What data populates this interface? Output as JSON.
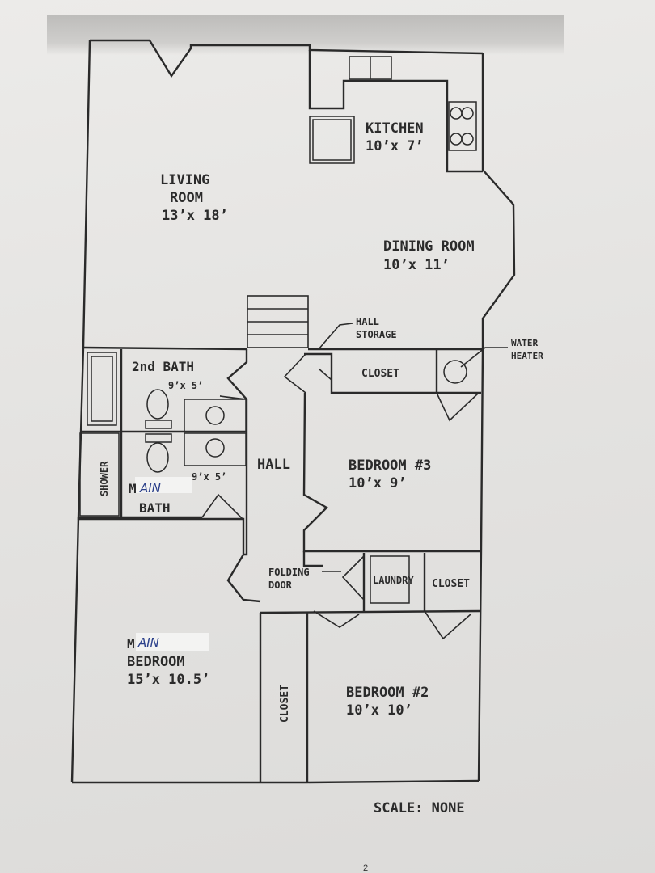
{
  "rooms": {
    "living": {
      "line1": "LIVING",
      "line2": "ROOM",
      "size": "13’x 18’"
    },
    "kitchen": {
      "name": "KITCHEN",
      "size": "10’x 7’"
    },
    "dining": {
      "name": "DINING ROOM",
      "size": "10’x 11’"
    },
    "bath2": {
      "name": "2nd BATH",
      "size": "9’x 5’"
    },
    "main_bath": {
      "prefix": "M",
      "handwritten": "AIN",
      "line2": "BATH",
      "size": "9’x 5’"
    },
    "shower": {
      "name": "SHOWER"
    },
    "hall": {
      "name": "HALL"
    },
    "hall_storage": {
      "line1": "HALL",
      "line2": "STORAGE"
    },
    "water_heater": {
      "line1": "WATER",
      "line2": "HEATER"
    },
    "closet_top": {
      "name": "CLOSET"
    },
    "bedroom3": {
      "name": "BEDROOM #3",
      "size": "10’x 9’"
    },
    "folding_door": {
      "line1": "FOLDING",
      "line2": "DOOR"
    },
    "laundry": {
      "name": "LAUNDRY"
    },
    "closet_laundry": {
      "name": "CLOSET"
    },
    "main_bedroom": {
      "prefix": "M",
      "handwritten": "AIN",
      "line2": "BEDROOM",
      "size": "15’x 10.5’"
    },
    "closet_vertical": {
      "name": "CLOSET"
    },
    "bedroom2": {
      "name": "BEDROOM #2",
      "size": "10’x 10’"
    }
  },
  "scale_text": "SCALE: NONE",
  "page_number": "2"
}
